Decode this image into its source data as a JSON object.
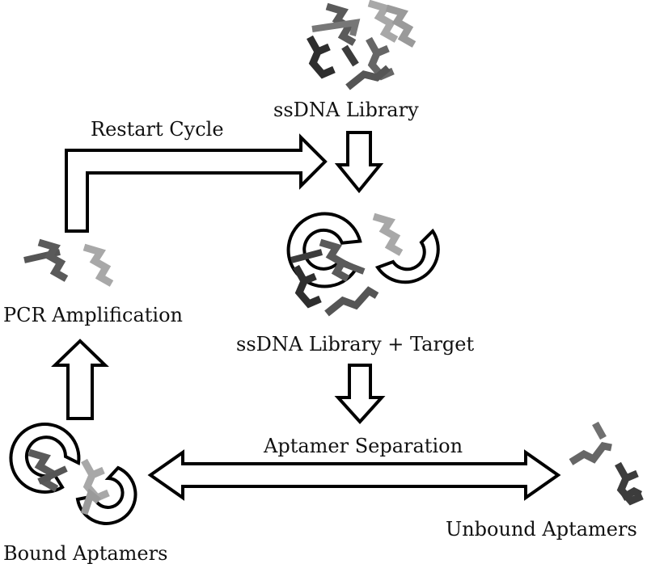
{
  "labels": {
    "library": "ssDNA Library",
    "restart": "Restart Cycle",
    "pcr": "PCR Amplification",
    "library_target": "ssDNA Library + Target",
    "separation": "Aptamer Separation",
    "unbound": "Unbound Aptamers",
    "bound": "Bound Aptamers"
  },
  "colors": {
    "outline": "#000000",
    "strand_dark": "#3c3c3c",
    "strand_mid": "#707070",
    "strand_light": "#a8a8a8",
    "fill": "#ffffff"
  }
}
